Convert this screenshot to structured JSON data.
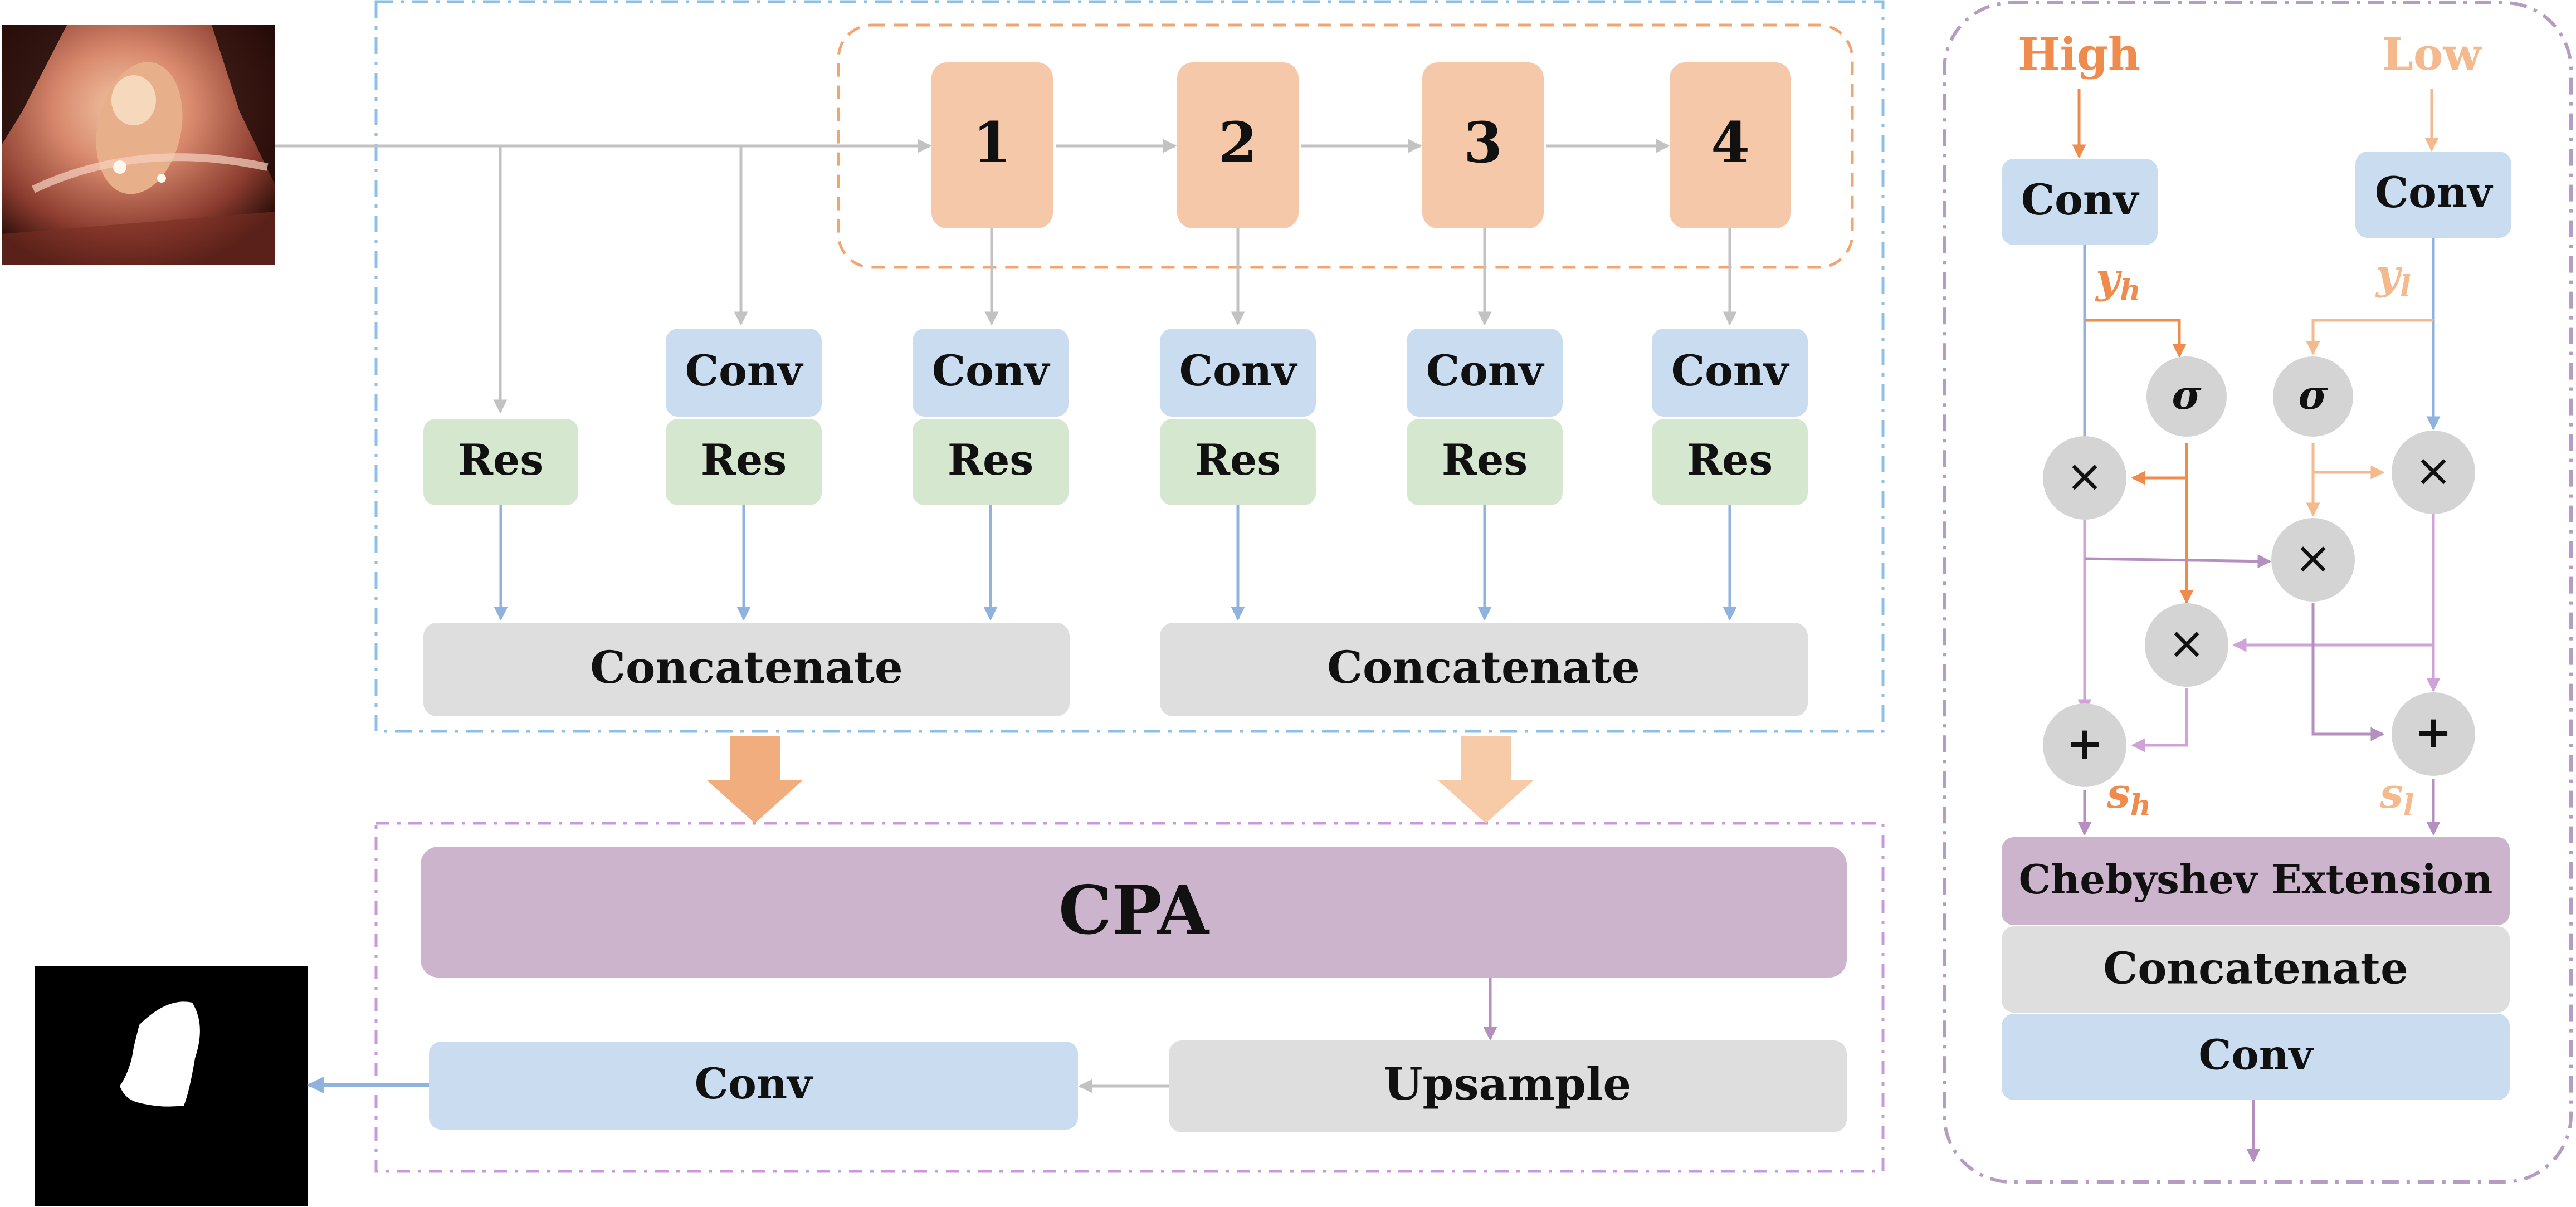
{
  "colors": {
    "blue_box": "#c9dcf0",
    "green_box": "#d5e8cf",
    "gray_box": "#dedede",
    "salmon_box": "#f5c8a9",
    "purple_box": "#cdb4cd",
    "circle": "#d4d4d4",
    "blue_line": "#8fb2de",
    "gray_line": "#c2c2c2",
    "orange": "#ef8b4d",
    "light_orange": "#f5b98e",
    "lavender": "#cfa2d8",
    "blue_dash": "#8ec0e6",
    "orange_dash": "#f0a673",
    "purple_dash": "#c79ad8",
    "panel_dash": "#b59cc2"
  },
  "encoder": {
    "stages": [
      "1",
      "2",
      "3",
      "4"
    ],
    "conv_label": "Conv",
    "res_label": "Res",
    "concat_label": "Concatenate"
  },
  "decoder": {
    "cpa_label": "CPA",
    "conv_label": "Conv",
    "upsample_label": "Upsample"
  },
  "panel": {
    "high_label": "High",
    "low_label": "Low",
    "conv_label": "Conv",
    "y_h": "y",
    "y_h_sub": "h",
    "y_l": "y",
    "y_l_sub": "l",
    "sigma": "σ",
    "times": "×",
    "plus": "+",
    "s_h": "s",
    "s_h_sub": "h",
    "s_l": "s",
    "s_l_sub": "l",
    "chebyshev_label": "Chebyshev Extension",
    "concat_label": "Concatenate"
  }
}
